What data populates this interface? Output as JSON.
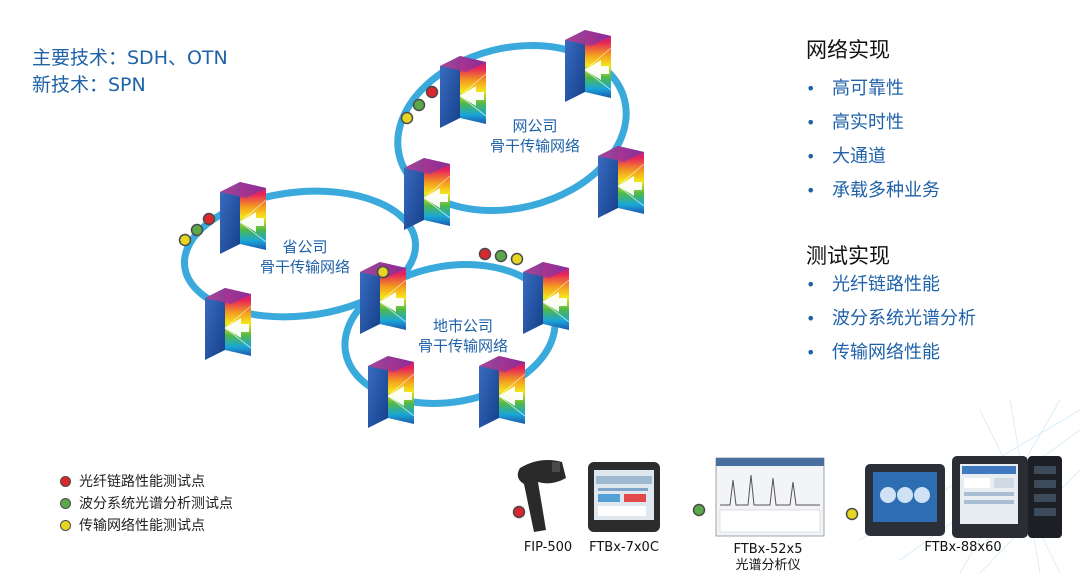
{
  "tech": {
    "line1": "主要技术：SDH、OTN",
    "line2": "新技术：SPN"
  },
  "network_impl": {
    "title": "网络实现",
    "items": [
      "高可靠性",
      "高实时性",
      "大通道",
      "承载多种业务"
    ]
  },
  "test_impl": {
    "title": "测试实现",
    "items": [
      "光纤链路性能",
      "波分系统光谱分析",
      "传输网络性能"
    ]
  },
  "rings": {
    "company": {
      "line1": "网公司",
      "line2": "骨干传输网络"
    },
    "province": {
      "line1": "省公司",
      "line2": "骨干传输网络"
    },
    "city": {
      "line1": "地市公司",
      "line2": "骨干传输网络"
    }
  },
  "legend": [
    {
      "label": "光纤链路性能测试点",
      "color": "#d9272e"
    },
    {
      "label": "波分系统光谱分析测试点",
      "color": "#5aa84a"
    },
    {
      "label": "传输网络性能测试点",
      "color": "#e6d622"
    }
  ],
  "devices": {
    "fip": "FIP-500",
    "ftbx7": "FTBx-7x0C",
    "ftbx52": "FTBx-52x5",
    "ftbx52_sub": "光谱分析仪",
    "ftbx88": "FTBx-88x60"
  },
  "colors": {
    "accent": "#1f62a8",
    "ring": "#3aa9dc",
    "red": "#d9272e",
    "green": "#5aa84a",
    "yellow": "#e6d622"
  }
}
